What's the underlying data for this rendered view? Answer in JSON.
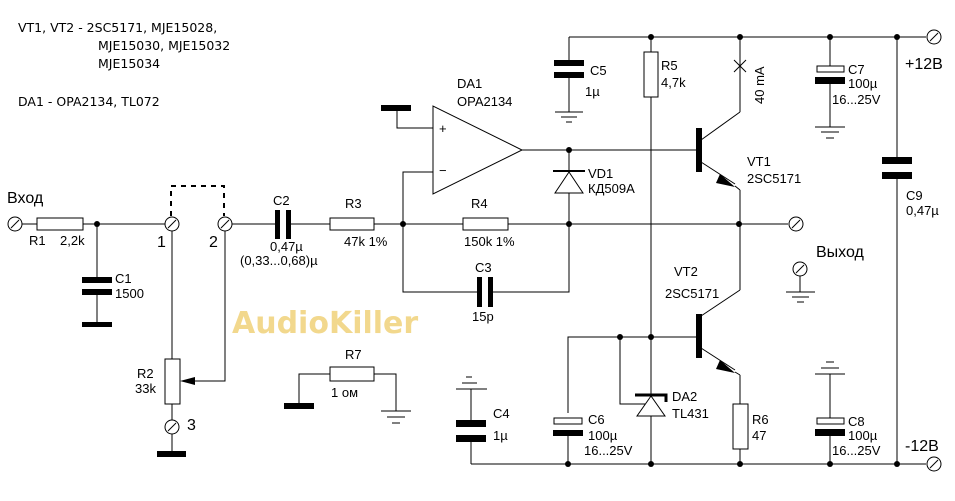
{
  "notes": {
    "transistors_line1": "VT1, VT2 - 2SC5171, MJE15028,",
    "transistors_line2": "MJE15030, MJE15032",
    "transistors_line3": "MJE15034",
    "opamp": "DA1 - OPA2134, TL072"
  },
  "watermark": "AudioKiller",
  "terminals": {
    "input": "Вход",
    "output": "Выход",
    "plus_supply": "+12В",
    "minus_supply": "-12В",
    "pin1": "1",
    "pin2": "2",
    "pin3": "3"
  },
  "components": {
    "R1": {
      "ref": "R1",
      "value": "2,2k"
    },
    "C1": {
      "ref": "C1",
      "value": "1500"
    },
    "R2": {
      "ref": "R2",
      "value": "33k"
    },
    "C2": {
      "ref": "C2",
      "value": "0,47µ",
      "range": "(0,33...0,68)µ"
    },
    "R3": {
      "ref": "R3",
      "value": "47k 1%"
    },
    "R4": {
      "ref": "R4",
      "value": "150k 1%"
    },
    "C3": {
      "ref": "C3",
      "value": "15p"
    },
    "R7": {
      "ref": "R7",
      "value": "1 ом"
    },
    "DA1": {
      "ref": "DA1",
      "value": "OPA2134",
      "plus": "+",
      "minus": "−"
    },
    "C4": {
      "ref": "C4",
      "value": "1µ"
    },
    "C5": {
      "ref": "C5",
      "value": "1µ"
    },
    "R5": {
      "ref": "R5",
      "value": "4,7k"
    },
    "VD1": {
      "ref": "VD1",
      "value": "КД509А"
    },
    "VT1": {
      "ref": "VT1",
      "value": "2SC5171"
    },
    "VT2": {
      "ref": "VT2",
      "value": "2SC5171"
    },
    "DA2": {
      "ref": "DA2",
      "value": "TL431"
    },
    "C6": {
      "ref": "C6",
      "value": "100µ",
      "voltage": "16...25V"
    },
    "R6": {
      "ref": "R6",
      "value": "47"
    },
    "C7": {
      "ref": "C7",
      "value": "100µ",
      "voltage": "16...25V"
    },
    "C8": {
      "ref": "C8",
      "value": "100µ",
      "voltage": "16...25V"
    },
    "C9": {
      "ref": "C9",
      "value": "0,47µ"
    }
  },
  "current_annotation": "40 mA"
}
